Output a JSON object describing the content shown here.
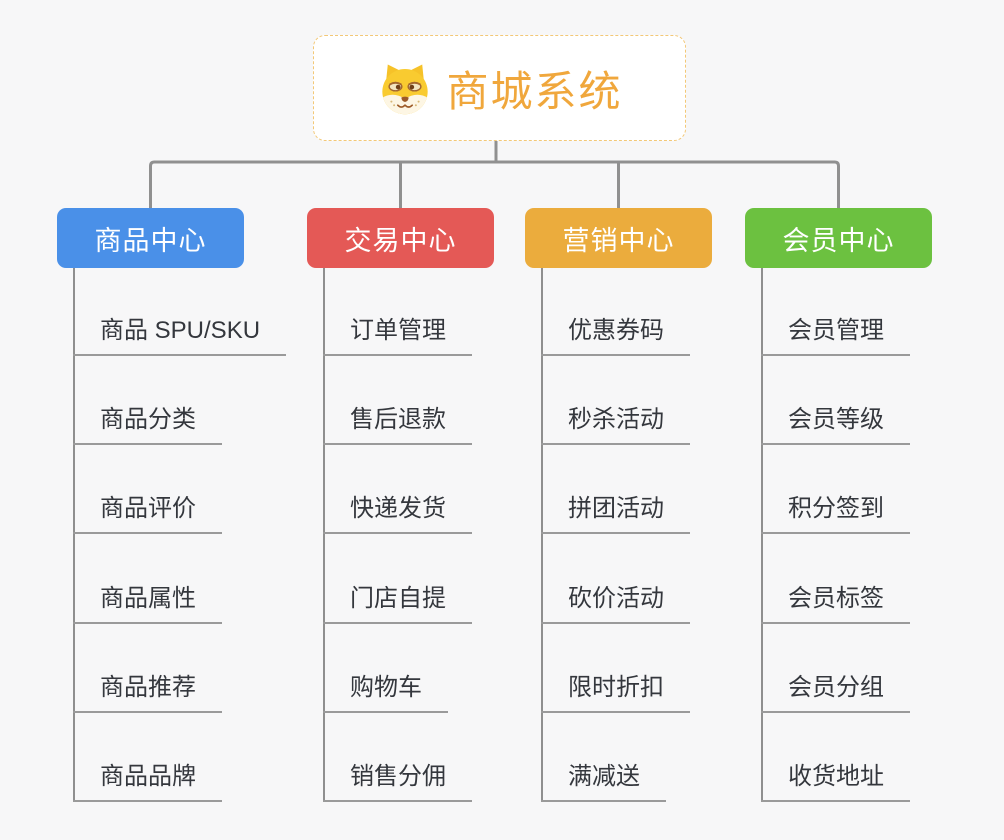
{
  "page": {
    "background": "#f7f7f8",
    "connector_color": "#909090",
    "leaf_line_color": "#9a9a9a",
    "leaf_text_color": "#34373d"
  },
  "root": {
    "title": "商城系统",
    "title_color": "#f0a73c",
    "border_color": "#f3c877",
    "icon": "shiba-dog-face-icon",
    "icon_colors": {
      "fur": "#f9cb30",
      "muzzle": "#fdf6e4",
      "features": "#9c5a28"
    }
  },
  "branches": [
    {
      "label": "商品中心",
      "color": "#4a90e8",
      "items": [
        "商品 SPU/SKU",
        "商品分类",
        "商品评价",
        "商品属性",
        "商品推荐",
        "商品品牌"
      ]
    },
    {
      "label": "交易中心",
      "color": "#e45956",
      "items": [
        "订单管理",
        "售后退款",
        "快递发货",
        "门店自提",
        "购物车",
        "销售分佣"
      ]
    },
    {
      "label": "营销中心",
      "color": "#ebac3d",
      "items": [
        "优惠券码",
        "秒杀活动",
        "拼团活动",
        "砍价活动",
        "限时折扣",
        "满减送"
      ]
    },
    {
      "label": "会员中心",
      "color": "#6cc140",
      "items": [
        "会员管理",
        "会员等级",
        "积分签到",
        "会员标签",
        "会员分组",
        "收货地址"
      ]
    }
  ]
}
